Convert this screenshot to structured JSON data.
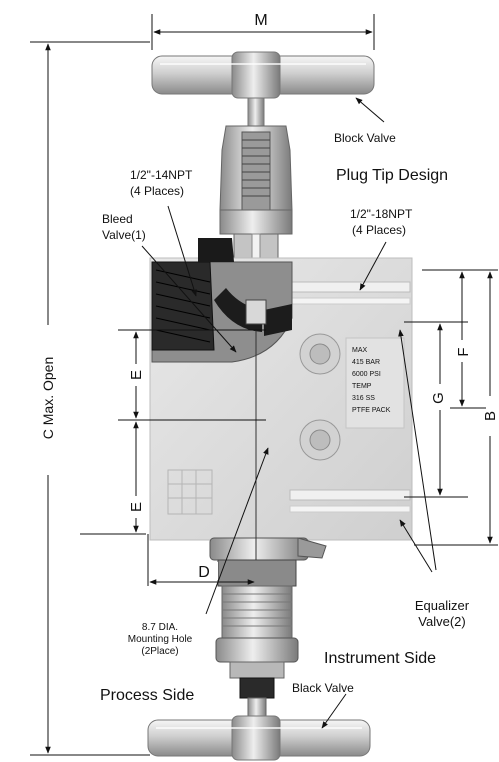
{
  "dimensions": {
    "M": "M",
    "C": "C  Max. Open",
    "B": "B",
    "F": "F",
    "G": "G",
    "E1": "E",
    "E2": "E",
    "D": "D"
  },
  "callouts": {
    "block_valve": "Block Valve",
    "plug_tip": "Plug Tip Design",
    "npt14_line1": "1/2\"-14NPT",
    "npt14_line2": "(4 Places)",
    "npt18_line1": "1/2\"-18NPT",
    "npt18_line2": "(4 Places)",
    "bleed_line1": "Bleed",
    "bleed_line2": "Valve(1)",
    "mount_line1": "8.7 DIA.",
    "mount_line2": "Mounting Hole",
    "mount_line3": "(2Place)",
    "equalizer_line1": "Equalizer",
    "equalizer_line2": "Valve(2)",
    "instrument_side": "Instrument Side",
    "process_side": "Process Side",
    "black_valve": "Black Valve"
  },
  "body_plate": {
    "line1": "MAX",
    "line2": "415 BAR",
    "line3": "6000 PSI",
    "line4": "TEMP",
    "line5": "316 SS",
    "line6": "PTFE PACK"
  },
  "colors": {
    "metal_light": "#e4e4e4",
    "metal_mid": "#b4b4b4",
    "metal_dark": "#6a6a6a",
    "body": "#dcdcdc",
    "black_part": "#1a1a1a"
  }
}
